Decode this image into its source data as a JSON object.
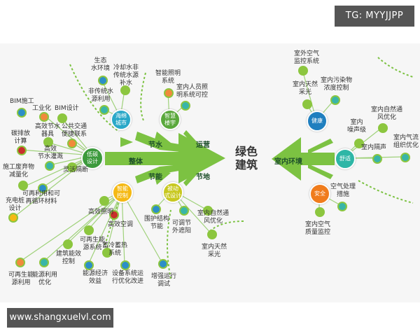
{
  "overlays": {
    "tg": "TG: MYYJJPP",
    "site": "www.shangxuelvl.com"
  },
  "center": {
    "label": "绿色\n建筑"
  },
  "hubs": {
    "hydro": "海绵\n城市",
    "smart": "智慧\n楼宇",
    "lowcarbon": "低碳\n设计",
    "energy": "智能\n控制",
    "passive": "被动\n式设计",
    "health": "健康",
    "comfort": "舒适",
    "safety": "安全"
  },
  "arrows": {
    "water": "节水",
    "whole": "整体",
    "energy": "节能",
    "ops": "运营",
    "land": "节地",
    "indoor": "室内环境"
  },
  "nodes": {
    "eco_water": "生态\n水环境",
    "cool_water": "冷却水非\n传统水源\n补水",
    "nontrad_water": "非传统水\n源利用",
    "smart_light": "智能照明\n系统",
    "occupancy": "室内人员照\n明系统可控",
    "bim_build": "BIM施工",
    "industrial": "工业化",
    "bim_design": "BIM设计",
    "carbon": "碳排放\n计算",
    "eff_water": "高效节水\n器具",
    "transit": "公共交通\n便捷联系",
    "waste": "施工废弃物\n减量化",
    "irrigation": "高效\n节水灌溉",
    "flexible": "灵活隔断",
    "recycle": "可再利用和可\n再循环材料",
    "charging": "充电桩\n设计",
    "eff_light": "高效照明",
    "eff_ac": "高效空调",
    "envelope": "围护结构\n节能",
    "shading": "可调节\n外遮阳",
    "natvent": "室内自然通\n风优化",
    "daylight": "室内天然\n采光",
    "renew_sys": "可再生能\n源系统",
    "bldg_ctrl": "建筑能效\n控制",
    "heat_store": "蓄冷蓄热\n系统",
    "energy_econ": "能源经济\n效益",
    "equip_opt": "设备系统运\n行优化改进",
    "enhanced_ops": "增强运行\n调试",
    "renew_use": "可再生能\n源利用",
    "energy_opt": "能源利用\n优化",
    "air_monitor": "室外空气\n监控系统",
    "indoor_light": "室内天然\n采光",
    "pollutant": "室内污染物\n浓度控制",
    "noise": "室内\n噪声级",
    "vent2": "室内自然通\n风优化",
    "airflow": "室内气流\n组织优化",
    "insulation": "室内隔声",
    "air_treat": "空气处理\n措施",
    "air_quality": "室内空气\n质量监控"
  },
  "colors": {
    "arrow": "#7cc242",
    "line": "#9fd17a",
    "hydro": "#2aa8c8",
    "smart": "#5aa83c",
    "lowcarbon": "#3c9a3c",
    "energy": "#f5b914",
    "passive": "#c8c820",
    "health": "#1f7fbf",
    "comfort": "#2eb6a6",
    "safety": "#f07c1c",
    "dot_green": "#8cc63f",
    "dot_blue": "#2c8fc7",
    "dot_orange": "#f08a3c",
    "dot_teal": "#39b5a8",
    "dot_red": "#c9302c"
  }
}
